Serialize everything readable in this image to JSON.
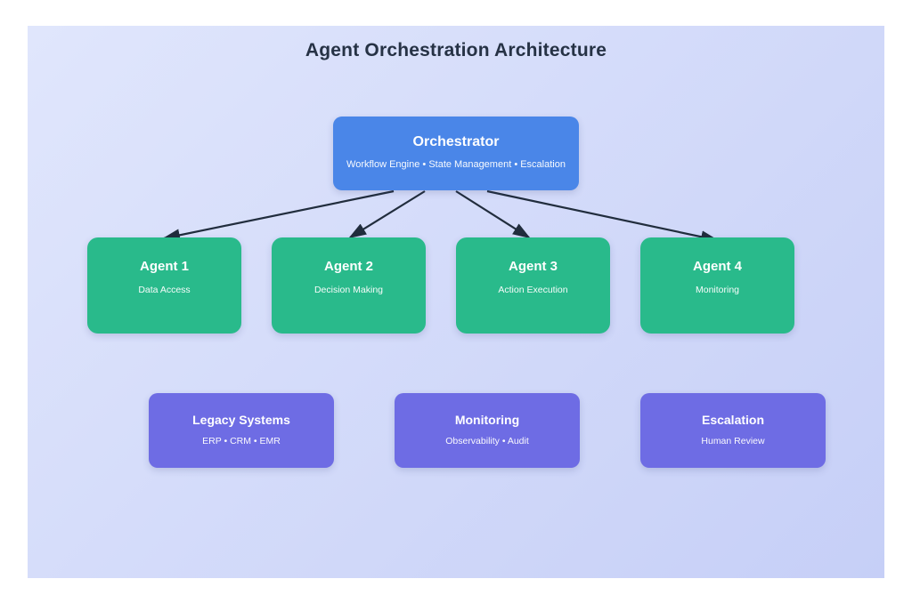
{
  "title": "Agent Orchestration Architecture",
  "orchestrator": {
    "title": "Orchestrator",
    "subtitle": "Workflow Engine • State Management • Escalation"
  },
  "agents": [
    {
      "title": "Agent 1",
      "subtitle": "Data Access"
    },
    {
      "title": "Agent 2",
      "subtitle": "Decision Making"
    },
    {
      "title": "Agent 3",
      "subtitle": "Action Execution"
    },
    {
      "title": "Agent 4",
      "subtitle": "Monitoring"
    }
  ],
  "systems": [
    {
      "title": "Legacy Systems",
      "subtitle": "ERP • CRM • EMR"
    },
    {
      "title": "Monitoring",
      "subtitle": "Observability • Audit"
    },
    {
      "title": "Escalation",
      "subtitle": "Human Review"
    }
  ],
  "colors": {
    "blue": "#4a86e8",
    "green": "#29ba8b",
    "purple": "#6e6ce4",
    "arrow": "#212d3d",
    "title": "#263245",
    "canvas-top": "#e0e6fc",
    "canvas-bottom": "#c6cff7"
  }
}
